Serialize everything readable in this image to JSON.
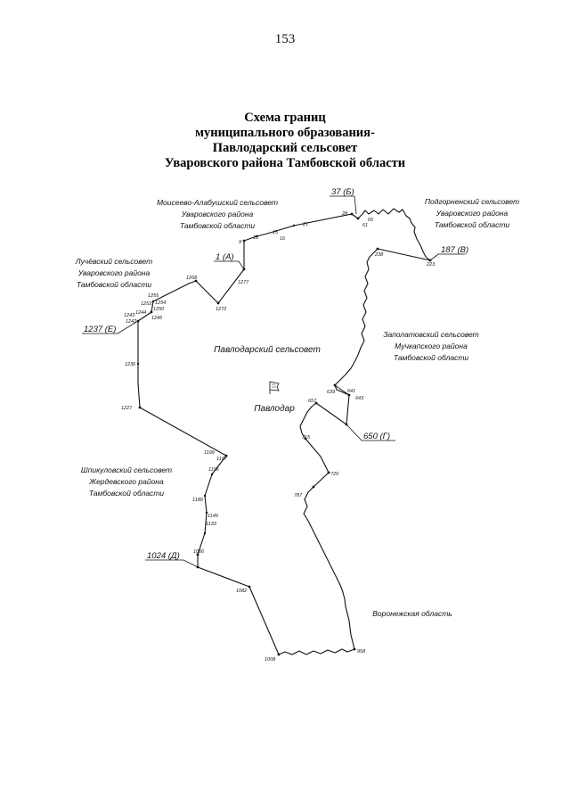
{
  "page_number": "153",
  "title": {
    "line1": "Схема границ",
    "line2": "муниципального образования-",
    "line3": "Павлодарский сельсовет",
    "line4": "Уваровского района Тамбовской области"
  },
  "regions": {
    "moiseevo": [
      "Моисеево-Алабушский сельсовет",
      "Уваровского района",
      "Тамбовской области"
    ],
    "podgornensky": [
      "Подгорненский сельсовет",
      "Уваровского района",
      "Тамбовской области"
    ],
    "luchevsky": [
      "Лучёвский сельсовет",
      "Уваровского района",
      "Тамбовской области"
    ],
    "zapolatovsky": [
      "Заполатовский сельсовет",
      "Мучкапского района",
      "Тамбовской области"
    ],
    "shpikulovsky": [
      "Шпикуловский сельсовет",
      "Жердевского района",
      "Тамбовской области"
    ],
    "voronezh": "Воронежская область",
    "pavlodarsky": "Павлодарский сельсовет",
    "settlement": "Павлодар"
  },
  "key_points": {
    "A": "1 (А)",
    "B": "37 (Б)",
    "V": "187 (В)",
    "G": "650 (Г)",
    "D": "1024 (Д)",
    "E": "1237 (Е)"
  },
  "point_numbers": {
    "p9": "9",
    "p13": "13",
    "p15": "15",
    "p16": "16",
    "p21": "21",
    "p28": "28",
    "p61": "61",
    "p65": "65",
    "p223": "223",
    "p238": "238",
    "p639": "639",
    "p641": "641",
    "p643": "643",
    "p657": "657",
    "p715": "715",
    "p720": "720",
    "p787": "787",
    "p958": "958",
    "p1008": "1008",
    "p1082": "1082",
    "p1066": "1066",
    "p1133": "1133",
    "p1149": "1149",
    "p1189": "1189",
    "p1196": "1196",
    "p1197": "1197",
    "p1199": "1199",
    "p1227": "1227",
    "p1236": "1236",
    "p1242": "1242",
    "p1243": "1243",
    "p1244": "1244",
    "p1245": "1245",
    "p1250": "1250",
    "p1253": "1253",
    "p1254": "1254",
    "p1255": "1255",
    "p1268": "1268",
    "p1272": "1272",
    "p1277": "1277"
  },
  "symbols": {
    "settlement_flag": "flag-icon"
  },
  "colors": {
    "line": "#111111",
    "background": "#ffffff"
  }
}
